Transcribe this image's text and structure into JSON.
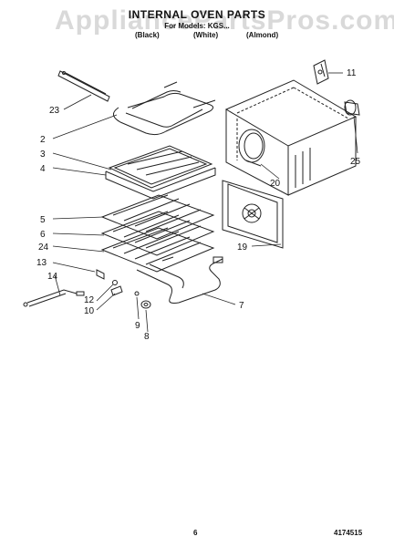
{
  "watermark": "AppliancePartsPros.com",
  "title": "INTERNAL OVEN PARTS",
  "models": "For Models: KGS...",
  "colors": {
    "black": "(Black)",
    "white": "(White)",
    "almond": "(Almond)"
  },
  "callouts": [
    "23",
    "2",
    "3",
    "4",
    "5",
    "6",
    "24",
    "13",
    "14",
    "12",
    "10",
    "9",
    "8",
    "7",
    "11",
    "25",
    "20",
    "19"
  ],
  "footer": {
    "page_number": "6",
    "part_number": "4174515"
  }
}
